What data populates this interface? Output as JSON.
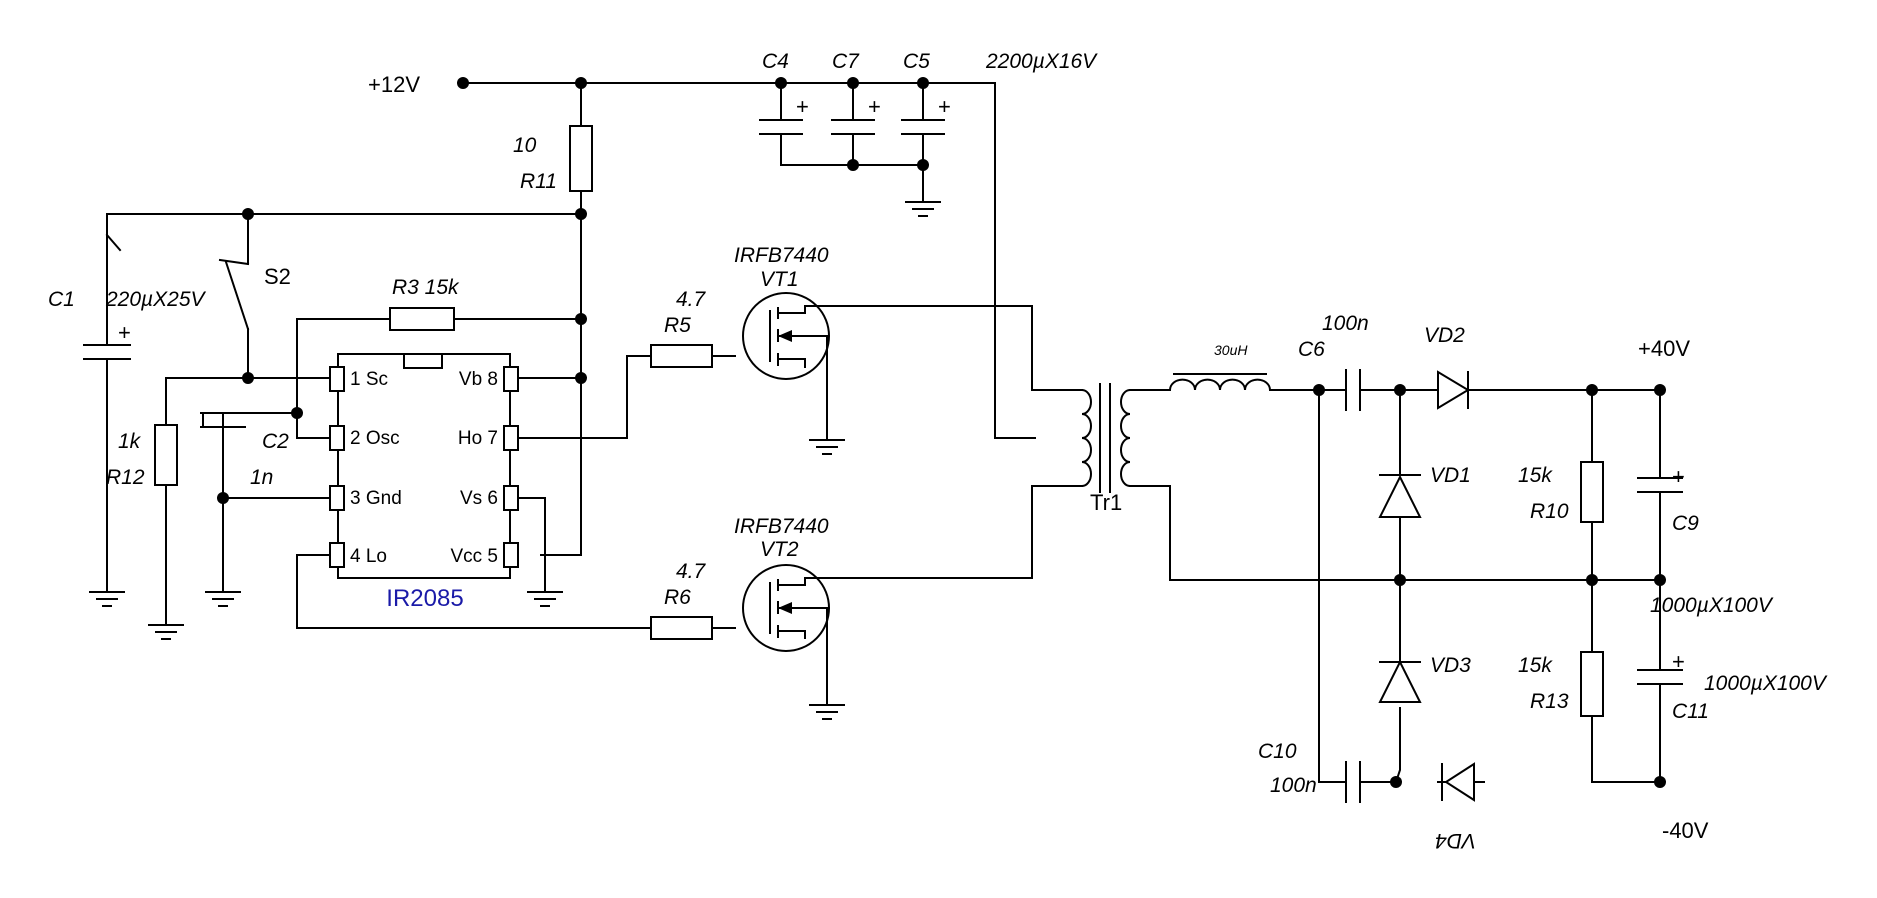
{
  "rails": {
    "v12": "+12V",
    "v40p": "+40V",
    "v40n": "-40V"
  },
  "ic": {
    "name": "IR2085",
    "pins": [
      "1 Sc",
      "2 Osc",
      "3 Gnd",
      "4 Lo",
      "Vb 8",
      "Ho 7",
      "Vs 6",
      "Vcc 5"
    ]
  },
  "components": {
    "C1": {
      "ref": "C1",
      "value": "220µX25V"
    },
    "C2": {
      "ref": "C2",
      "value": "1n"
    },
    "C4": {
      "ref": "C4"
    },
    "C5": {
      "ref": "C5"
    },
    "C7": {
      "ref": "C7"
    },
    "C457_value": "2200µX16V",
    "C6": {
      "ref": "C6",
      "value": "100n"
    },
    "C9": {
      "ref": "C9"
    },
    "C10": {
      "ref": "C10",
      "value": "100n"
    },
    "C11": {
      "ref": "C11",
      "value": "1000µX100V"
    },
    "C9_value": "1000µX100V",
    "R3": {
      "ref": "R3 15k"
    },
    "R5": {
      "ref": "R5",
      "value": "4.7"
    },
    "R6": {
      "ref": "R6",
      "value": "4.7"
    },
    "R10": {
      "ref": "R10",
      "value": "15k"
    },
    "R11": {
      "ref": "R11",
      "value": "10"
    },
    "R12": {
      "ref": "R12",
      "value": "1k"
    },
    "R13": {
      "ref": "R13",
      "value": "15k"
    },
    "S2": {
      "ref": "S2"
    },
    "VT1": {
      "ref": "VT1",
      "part": "IRFB7440"
    },
    "VT2": {
      "ref": "VT2",
      "part": "IRFB7440"
    },
    "Tr1": {
      "ref": "Tr1"
    },
    "L": {
      "value": "30uH"
    },
    "VD1": {
      "ref": "VD1"
    },
    "VD2": {
      "ref": "VD2"
    },
    "VD3": {
      "ref": "VD3"
    },
    "VD4": {
      "ref": "VD4"
    }
  },
  "symbols": {
    "plus": "+"
  }
}
